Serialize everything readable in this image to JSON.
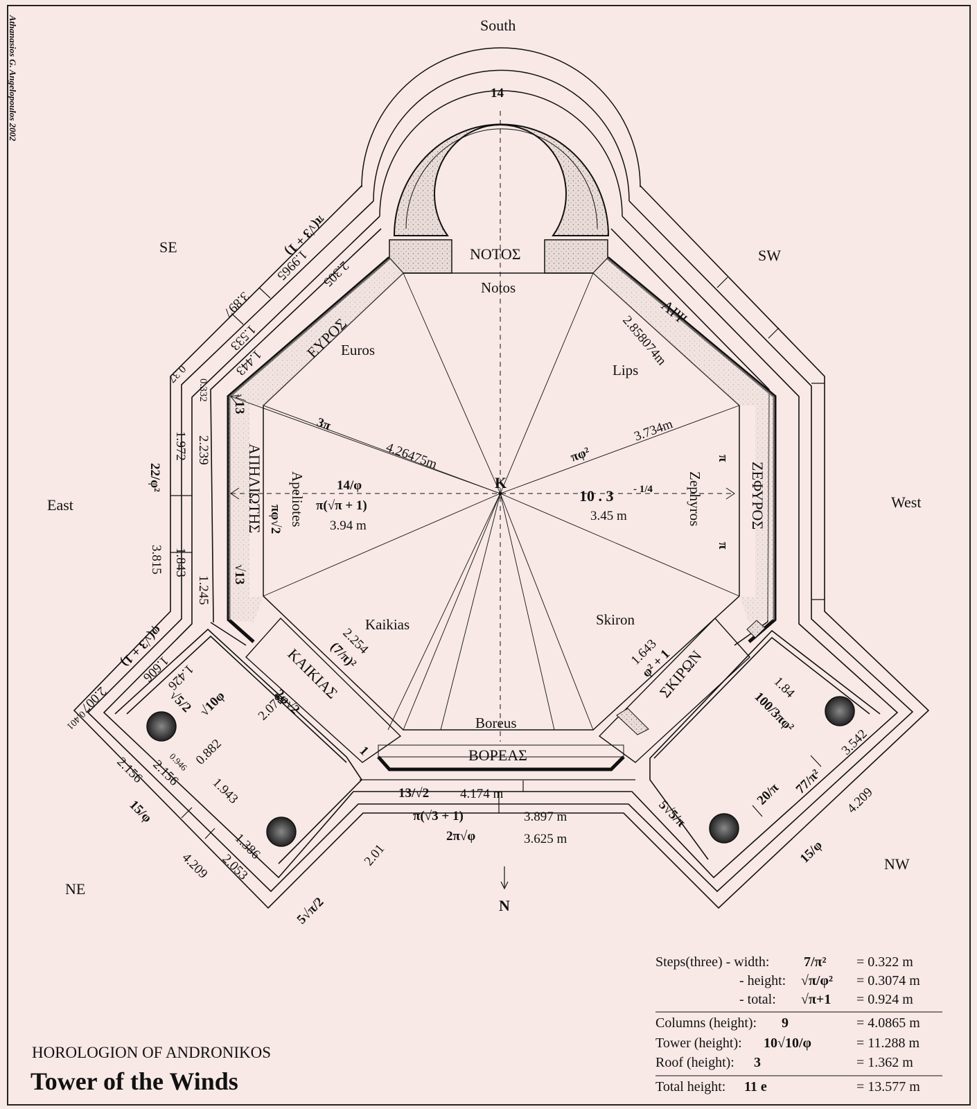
{
  "author": "Athanasios G. Angelopoulos 2002",
  "directions": {
    "south": "South",
    "east": "East",
    "west": "West",
    "se": "SE",
    "sw": "SW",
    "ne": "NE",
    "nw": "NW",
    "north_arrow": "N"
  },
  "center_label": "K",
  "wind_names_greek": {
    "notos": "ΝΟΤΟΣ",
    "lips": "ΛΙΨ",
    "zephyros": "ΖΕΦΥΡΟΣ",
    "skiron": "ΣΚΙΡΩΝ",
    "boreas": "ΒΟΡΕΑΣ",
    "kaikias": "ΚΑΙΚΙΑΣ",
    "apeliotes": "ΑΠΗΛΙΩΤΗΣ",
    "euros": "ΕΥΡΟΣ"
  },
  "wind_names_latin": {
    "notos": "Notos",
    "lips": "Lips",
    "zephyros": "Zephyros",
    "skiron": "Skiron",
    "boreas": "Boreus",
    "kaikias": "Kaikias",
    "apeliotes": "Apeliotes",
    "euros": "Euros"
  },
  "dimensions": {
    "annex_top": "14",
    "d_4_26475": "4.26475m",
    "d_3pi": "3π",
    "d_2_858074": "2.858074m",
    "d_3_734": "3.734m",
    "d_piphi2": "πφ²",
    "d_14_phi": "14/φ",
    "d_pi_sqrtpi": "π(√π + 1)",
    "d_3_94": "3.94 m",
    "d_10_3": "10 . 3",
    "d_exp": "- 1/4",
    "d_3_45": "3.45 m",
    "d_pi_top": "π",
    "d_pi_bot": "π",
    "d_1_9965": "1.9965",
    "d_pi_sqrt3": "π(√3 + 1)",
    "d_2_305": "2.305",
    "d_3_897a": "3.897",
    "d_1_533": "1.533",
    "d_1_443": "1.443",
    "d_0_37": "0.37",
    "d_0_332": "0.332",
    "d_sqrt13a": "√13",
    "d_sqrt13b": "√13",
    "d_1_972": "1.972",
    "d_2_239": "2.239",
    "d_22_phi2": "22/φ²",
    "d_3_815": "3.815",
    "d_1_843": "1.843",
    "d_1_245": "1.245",
    "d_piphi_sqrt2": "πφ√2",
    "d_phi_sqrt3": "φ(√3 + 1)",
    "d_1_606": "1.606",
    "d_1_426": "1.426",
    "d_2_007": "2.007",
    "d_0_401": "0.401",
    "d_sqrt5_2": "√5/2",
    "d_sqrt10phi": "√10φ",
    "d_2phi_sqrt2": "2φ√2",
    "d_2_078": "2.078",
    "d_0_946": "0.946",
    "d_0_882": "0.882",
    "d_1_943": "1.943",
    "d_2_156a": "2.156",
    "d_2_156b": "2.156",
    "d_15_phi_l": "15/φ",
    "d_1_386": "1.386",
    "d_2_053": "2.053",
    "d_4_209_l": "4.209",
    "d_5_sqrtpi2": "5√π/2",
    "d_2_01": "2.01",
    "d_2_254": "2.254",
    "d_7_pi2": "(7/π)²",
    "d_1": "1",
    "d_1_643": "1.643",
    "d_phi2_1": "φ² + 1",
    "d_1_84": "1.84",
    "d_100_3piphi2": "100/3πφ²",
    "d_3_542": "3.542",
    "d_20_pi": "20/π",
    "d_77_pi2": "77/π²",
    "d_5sqrt5_pi": "5√5/π",
    "d_4_209_r": "4.209",
    "d_15_phi_r": "15/φ",
    "d_13_sqrt2": "13/√2",
    "d_4_174": "4.174 m",
    "d_pi_sqrt3b": "π(√3 + 1)",
    "d_3_897m": "3.897 m",
    "d_2pi_sqrtphi": "2π√φ",
    "d_3_625m": "3.625 m"
  },
  "table": {
    "rows": [
      {
        "label": "Steps(three) -   width:",
        "formula": "7/π²",
        "value": "= 0.322 m"
      },
      {
        "label": "-  height:",
        "formula": "√π/φ²",
        "value": "= 0.3074 m"
      },
      {
        "label": "-     total:",
        "formula": "√π+1",
        "value": "= 0.924 m"
      },
      {
        "label": "Columns (height):",
        "formula": "9",
        "value": "= 4.0865 m"
      },
      {
        "label": "Tower (height):",
        "formula": "10√10/φ",
        "value": "= 11.288 m"
      },
      {
        "label": "Roof (height):",
        "formula": "3",
        "value": "= 1.362 m"
      },
      {
        "label": "Total height:",
        "formula": "11 e",
        "value": "= 13.577 m"
      }
    ]
  },
  "footer": {
    "subtitle": "HOROLOGION OF ANDRONIKOS",
    "title": "Tower of the Winds"
  }
}
